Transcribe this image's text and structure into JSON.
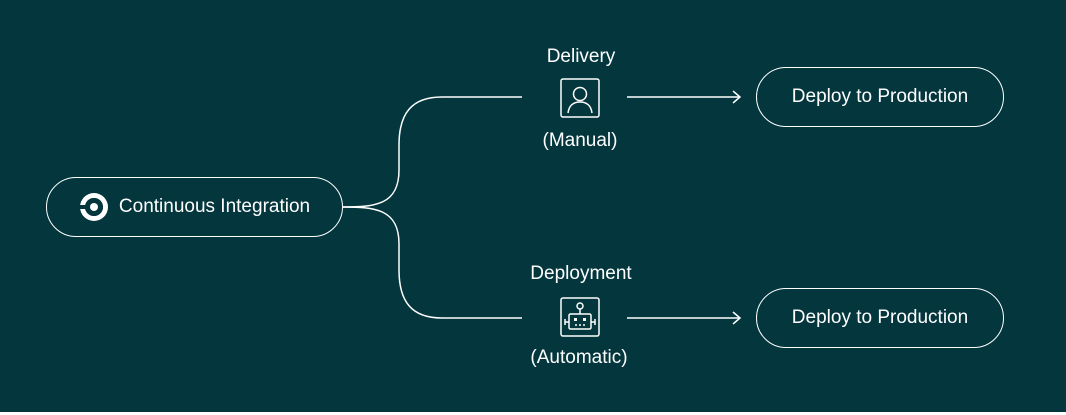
{
  "colors": {
    "background": "#03363d",
    "foreground": "#ffffff"
  },
  "source": {
    "label": "Continuous Integration",
    "icon": "circleci-logo-icon"
  },
  "branches": [
    {
      "title": "Delivery",
      "subtitle": "(Manual)",
      "icon": "person-icon",
      "target": "Deploy to Production"
    },
    {
      "title": "Deployment",
      "subtitle": "(Automatic)",
      "icon": "robot-icon",
      "target": "Deploy to Production"
    }
  ]
}
